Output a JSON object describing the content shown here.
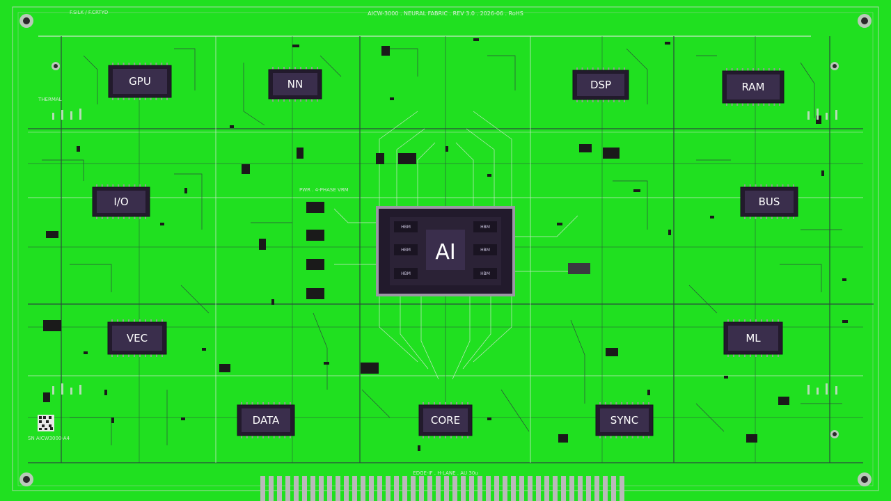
{
  "board": {
    "title": "AICW-3000 . NEURAL FABRIC . REV 3.0 . 2026-06 . RoHS",
    "silk_top_left": "F.SILK / F.CRTYD",
    "edge_label": "EDGE-IF . H-LANE . AU 30u",
    "pwr_label": "PWR . 4-PHASE VRM",
    "thermal_label": "THERMAL",
    "sn_label": "SN AICW3000-A4"
  },
  "center_chip": {
    "label": "AI",
    "hbm_labels": [
      "HBM",
      "HBM",
      "HBM",
      "HBM",
      "HBM",
      "HBM"
    ]
  },
  "chips": [
    {
      "label": "GPU"
    },
    {
      "label": "NN"
    },
    {
      "label": "DSP"
    },
    {
      "label": "RAM"
    },
    {
      "label": "I/O"
    },
    {
      "label": "BUS"
    },
    {
      "label": "VEC"
    },
    {
      "label": "ML"
    },
    {
      "label": "DATA"
    },
    {
      "label": "CORE"
    },
    {
      "label": "SYNC"
    }
  ],
  "colors": {
    "board": "#20e020",
    "trace_light": "#c8e8c8",
    "trace_dark": "#2b4a3c",
    "chip_body": "#221a2c",
    "chip_face": "#3a2e4c",
    "gold": "#b9b9b9"
  }
}
